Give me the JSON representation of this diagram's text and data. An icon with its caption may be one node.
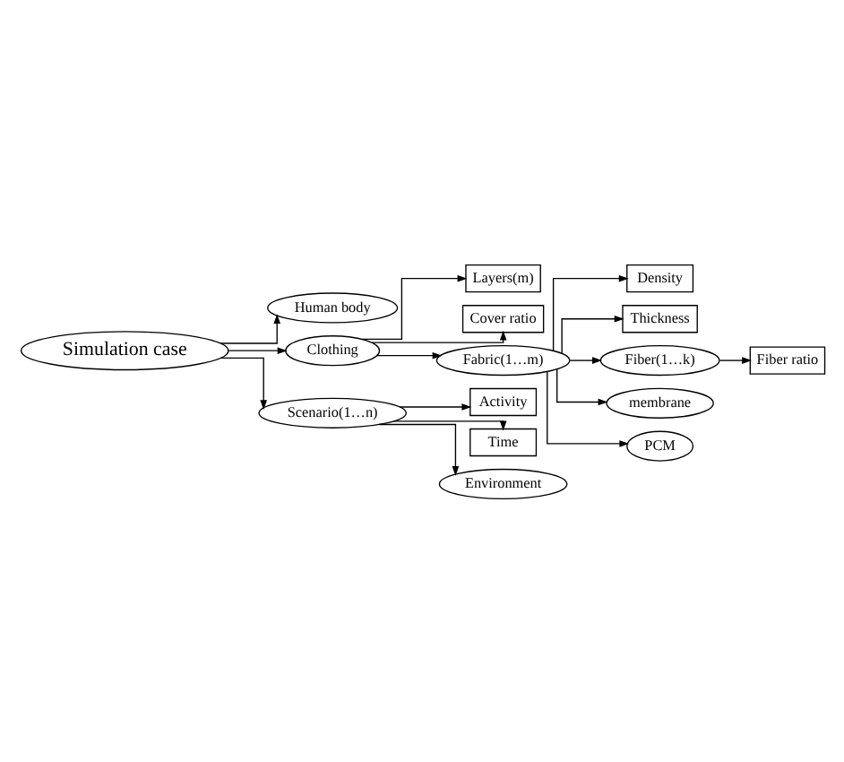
{
  "diagram": {
    "nodes": [
      {
        "text": [
          "Simulation case"
        ]
      },
      {
        "text": [
          "Human body"
        ]
      },
      {
        "text": [
          "Clothing"
        ]
      },
      {
        "text": [
          "Layers(m)"
        ]
      },
      {
        "text": [
          "Cover ratio"
        ]
      },
      {
        "text": [
          "Fabric(1…m)"
        ]
      },
      {
        "text": [
          "Density"
        ]
      },
      {
        "text": [
          "Thickness"
        ]
      },
      {
        "text": [
          "Fiber(1…k)"
        ]
      },
      {
        "text": [
          "Fiber ratio"
        ]
      },
      {
        "text": [
          "membrane"
        ]
      },
      {
        "text": [
          "PCM"
        ]
      },
      {
        "text": [
          "Scenario(1…n)"
        ]
      },
      {
        "text": [
          "Activity"
        ]
      },
      {
        "text": [
          "Time"
        ]
      },
      {
        "text": [
          "Environment"
        ]
      }
    ],
    "edges": [
      {
        "from": 0,
        "to": 1,
        "arrow": "to"
      },
      {
        "from": 0,
        "to": 2,
        "arrow": "to"
      },
      {
        "from": 2,
        "to": 3,
        "arrow": "to"
      },
      {
        "from": 2,
        "to": 4,
        "arrow": "to"
      },
      {
        "from": 2,
        "to": 5,
        "arrow": "to"
      },
      {
        "from": 5,
        "to": 6,
        "arrow": "to"
      },
      {
        "from": 5,
        "to": 7,
        "arrow": "to"
      },
      {
        "from": 5,
        "to": 8,
        "arrow": "to"
      },
      {
        "from": 8,
        "to": 9,
        "arrow": "to"
      },
      {
        "from": 5,
        "to": 10,
        "arrow": "to"
      },
      {
        "from": 5,
        "to": 11,
        "arrow": "to"
      },
      {
        "from": 0,
        "to": 12,
        "arrow": "to"
      },
      {
        "from": 12,
        "to": 13,
        "arrow": "to"
      },
      {
        "from": 12,
        "to": 14,
        "arrow": "to"
      },
      {
        "from": 12,
        "to": 15,
        "arrow": "to"
      }
    ]
  }
}
